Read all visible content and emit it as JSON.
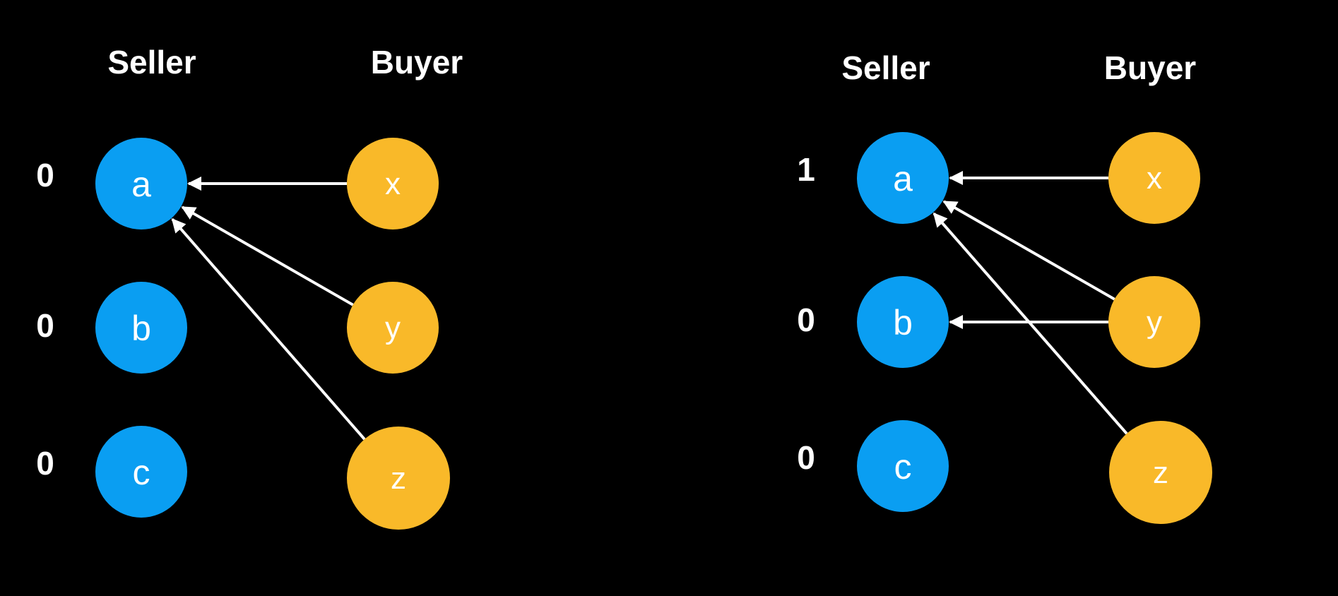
{
  "colors": {
    "background": "#000000",
    "seller": "#0a9ef2",
    "buyer": "#f9b929",
    "edge": "#ffffff",
    "text": "#ffffff"
  },
  "panels": [
    {
      "seller_heading": "Seller",
      "buyer_heading": "Buyer",
      "sellers": [
        {
          "label": "a",
          "price": "0"
        },
        {
          "label": "b",
          "price": "0"
        },
        {
          "label": "c",
          "price": "0"
        }
      ],
      "buyers": [
        {
          "label": "x"
        },
        {
          "label": "y"
        },
        {
          "label": "z"
        }
      ],
      "edges": [
        {
          "from": "x",
          "to": "a"
        },
        {
          "from": "y",
          "to": "a"
        },
        {
          "from": "z",
          "to": "a"
        }
      ]
    },
    {
      "seller_heading": "Seller",
      "buyer_heading": "Buyer",
      "sellers": [
        {
          "label": "a",
          "price": "1"
        },
        {
          "label": "b",
          "price": "0"
        },
        {
          "label": "c",
          "price": "0"
        }
      ],
      "buyers": [
        {
          "label": "x"
        },
        {
          "label": "y"
        },
        {
          "label": "z"
        }
      ],
      "edges": [
        {
          "from": "x",
          "to": "a"
        },
        {
          "from": "y",
          "to": "a"
        },
        {
          "from": "y",
          "to": "b"
        },
        {
          "from": "z",
          "to": "a"
        }
      ]
    }
  ]
}
